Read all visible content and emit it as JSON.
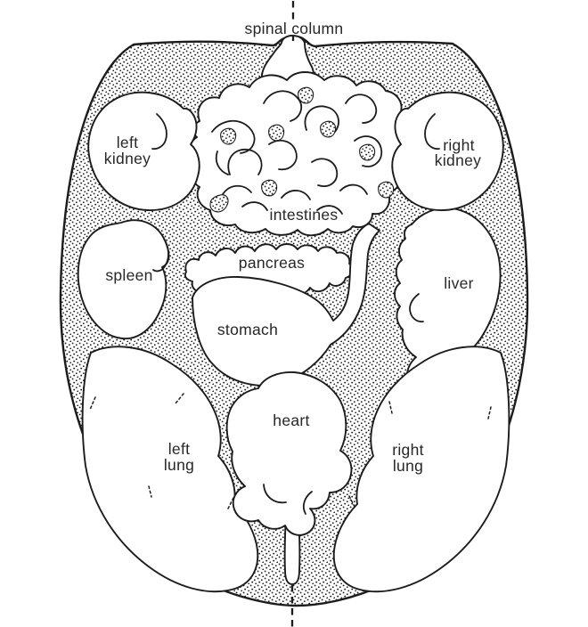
{
  "diagram": {
    "labels": {
      "spinal_column": "spinal column",
      "left_kidney": {
        "line1": "left",
        "line2": "kidney"
      },
      "right_kidney": {
        "line1": "right",
        "line2": "kidney"
      },
      "intestines": "intestines",
      "spleen": "spleen",
      "pancreas": "pancreas",
      "liver": "liver",
      "stomach": "stomach",
      "heart": "heart",
      "left_lung": {
        "line1": "left",
        "line2": "lung"
      },
      "right_lung": {
        "line1": "right",
        "line2": "lung"
      }
    },
    "colors": {
      "ink": "#1c1c1c",
      "label": "#272727",
      "paper": "#ffffff"
    }
  }
}
